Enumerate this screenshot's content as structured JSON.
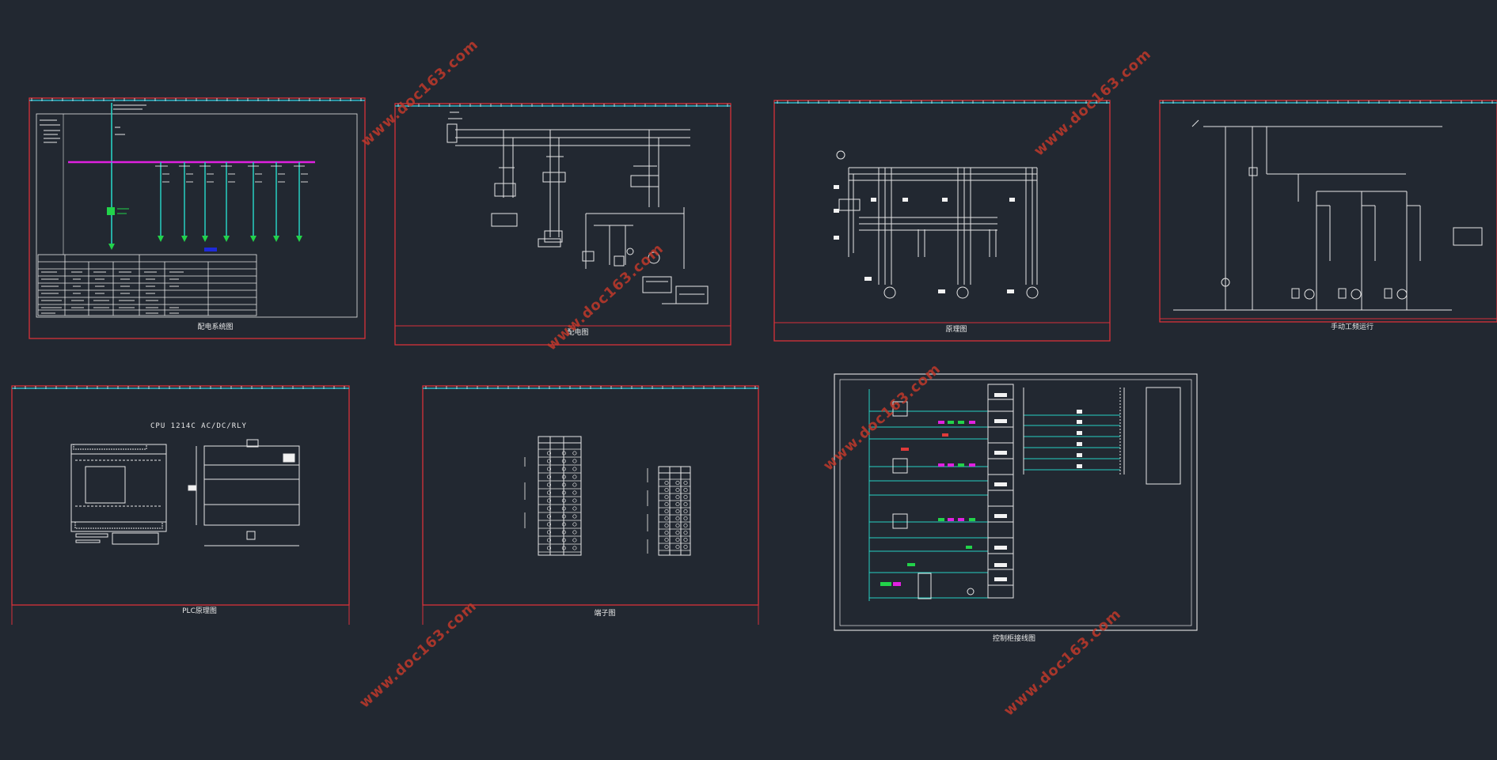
{
  "watermark_text": "www.doc163.com",
  "colors": {
    "background": "#222831",
    "frame": "#d8313a",
    "tickbar": "#2fb8c9",
    "line": "#e6e6e6",
    "bus": "#e020e0",
    "feeder": "#27d0c3",
    "green": "#22d34a",
    "watermark": "#c0392b"
  },
  "sheets": [
    {
      "id": "power-system",
      "title": "配电系统图"
    },
    {
      "id": "distribution",
      "title": "配电图"
    },
    {
      "id": "schematic",
      "title": "原理图"
    },
    {
      "id": "manual-control",
      "title": "手动工频运行"
    },
    {
      "id": "plc",
      "title": "PLC原理图",
      "model": "CPU 1214C  AC/DC/RLY"
    },
    {
      "id": "terminal",
      "title": "端子图"
    },
    {
      "id": "control-cabinet",
      "title": "控制柜接线图"
    }
  ]
}
